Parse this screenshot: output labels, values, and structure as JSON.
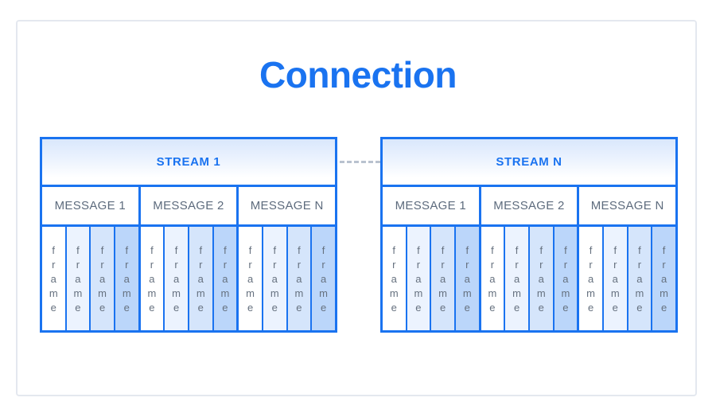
{
  "diagram": {
    "title": "Connection",
    "title_color": "#1a73f0",
    "border_color": "#1a73f0",
    "connector": {
      "name": "dashed-link",
      "style": "dashed",
      "color": "#b9c2cf"
    },
    "frame_label": "f\nr\na\nm\ne",
    "frame_shades": [
      "#ffffff",
      "#ecf3fe",
      "#d5e5fb",
      "#bbd6fa"
    ],
    "streams": [
      {
        "label": "STREAM 1",
        "messages": [
          {
            "label": "MESSAGE 1",
            "frames": [
              {
                "label": "f\nr\na\nm\ne",
                "shade": "#ffffff"
              },
              {
                "label": "f\nr\na\nm\ne",
                "shade": "#ecf3fe"
              },
              {
                "label": "f\nr\na\nm\ne",
                "shade": "#d5e5fb"
              },
              {
                "label": "f\nr\na\nm\ne",
                "shade": "#bbd6fa"
              }
            ]
          },
          {
            "label": "MESSAGE 2",
            "frames": [
              {
                "label": "f\nr\na\nm\ne",
                "shade": "#ffffff"
              },
              {
                "label": "f\nr\na\nm\ne",
                "shade": "#ecf3fe"
              },
              {
                "label": "f\nr\na\nm\ne",
                "shade": "#d5e5fb"
              },
              {
                "label": "f\nr\na\nm\ne",
                "shade": "#bbd6fa"
              }
            ]
          },
          {
            "label": "MESSAGE N",
            "frames": [
              {
                "label": "f\nr\na\nm\ne",
                "shade": "#ffffff"
              },
              {
                "label": "f\nr\na\nm\ne",
                "shade": "#ecf3fe"
              },
              {
                "label": "f\nr\na\nm\ne",
                "shade": "#d5e5fb"
              },
              {
                "label": "f\nr\na\nm\ne",
                "shade": "#bbd6fa"
              }
            ]
          }
        ]
      },
      {
        "label": "STREAM N",
        "messages": [
          {
            "label": "MESSAGE 1",
            "frames": [
              {
                "label": "f\nr\na\nm\ne",
                "shade": "#ffffff"
              },
              {
                "label": "f\nr\na\nm\ne",
                "shade": "#ecf3fe"
              },
              {
                "label": "f\nr\na\nm\ne",
                "shade": "#d5e5fb"
              },
              {
                "label": "f\nr\na\nm\ne",
                "shade": "#bbd6fa"
              }
            ]
          },
          {
            "label": "MESSAGE 2",
            "frames": [
              {
                "label": "f\nr\na\nm\ne",
                "shade": "#ffffff"
              },
              {
                "label": "f\nr\na\nm\ne",
                "shade": "#ecf3fe"
              },
              {
                "label": "f\nr\na\nm\ne",
                "shade": "#d5e5fb"
              },
              {
                "label": "f\nr\na\nm\ne",
                "shade": "#bbd6fa"
              }
            ]
          },
          {
            "label": "MESSAGE N",
            "frames": [
              {
                "label": "f\nr\na\nm\ne",
                "shade": "#ffffff"
              },
              {
                "label": "f\nr\na\nm\ne",
                "shade": "#ecf3fe"
              },
              {
                "label": "f\nr\na\nm\ne",
                "shade": "#d5e5fb"
              },
              {
                "label": "f\nr\na\nm\ne",
                "shade": "#bbd6fa"
              }
            ]
          }
        ]
      }
    ]
  }
}
